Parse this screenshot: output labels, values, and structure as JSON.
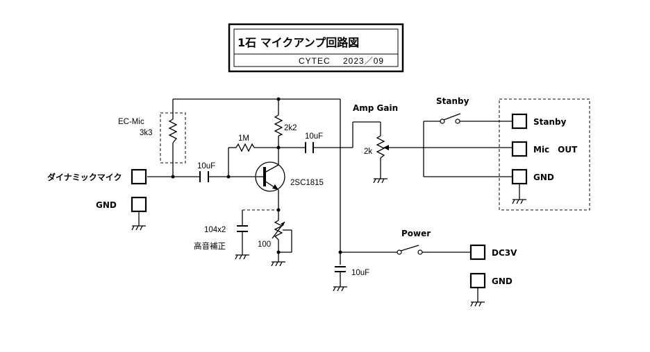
{
  "title": {
    "main": "1石 マイクアンプ回路図",
    "company": "CYTEC",
    "date": "2023／09"
  },
  "labels": {
    "ec_mic": "EC-Mic",
    "ec_mic_value": "3k3",
    "r_collector": "2k2",
    "r_bias": "1M",
    "c_out": "10uF",
    "c_in": "10uF",
    "transistor": "2SC1815",
    "c_emitter": "104x2",
    "tone_note": "高音補正",
    "vr_emitter": "100",
    "c_supply": "10uF",
    "amp_gain": "Amp Gain",
    "vr_gain": "2k",
    "sw_standby": "Stanby",
    "sw_power": "Power"
  },
  "terminals": {
    "dynamic_mic": "ダイナミックマイク",
    "gnd_in": "GND",
    "standby": "Stanby",
    "mic_out": "Mic　OUT",
    "gnd_out": "GND",
    "dc3v": "DC3V",
    "gnd_power": "GND"
  }
}
